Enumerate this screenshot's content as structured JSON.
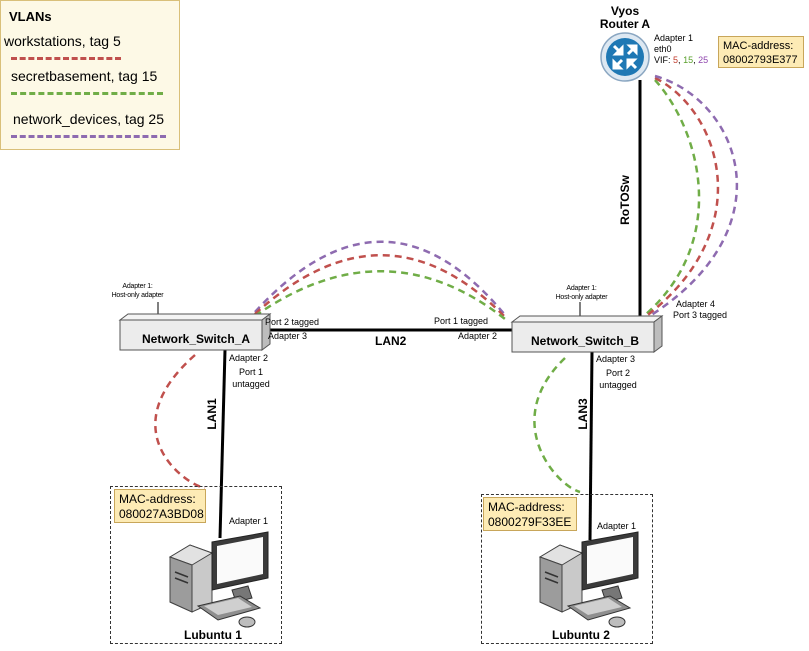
{
  "legend": {
    "title": "VLANs",
    "items": [
      {
        "label": "workstations, tag 5",
        "color": "#c0504d"
      },
      {
        "label": "secretbasement, tag 15",
        "color": "#70ad47"
      },
      {
        "label": "network_devices, tag 25",
        "color": "#8e6bb0"
      }
    ]
  },
  "router": {
    "name_line1": "Vyos",
    "name_line2": "Router A",
    "adapter": "Adapter 1",
    "iface": "eth0",
    "vif_label": "VIF:",
    "vif_5": "5",
    "vif_15": "15",
    "vif_25": "25",
    "sep": ",",
    "mac_label": "MAC-address:",
    "mac_value": "08002793E377"
  },
  "links": {
    "lan1": "LAN1",
    "lan2": "LAN2",
    "lan3": "LAN3",
    "rotosw": "RoTOSw"
  },
  "switch_a": {
    "name": "Network_Switch_A",
    "adapter1_line1": "Adapter 1:",
    "adapter1_line2": "Host-only adapter",
    "port2": "Port 2 tagged",
    "adapter3": "Adapter 3",
    "adapter2": "Adapter 2",
    "port1_line1": "Port 1",
    "port1_line2": "untagged"
  },
  "switch_b": {
    "name": "Network_Switch_B",
    "adapter1_line1": "Adapter 1:",
    "adapter1_line2": "Host-only adapter",
    "port1": "Port 1 tagged",
    "adapter2": "Adapter 2",
    "adapter4": "Adapter 4",
    "port3": "Port 3 tagged",
    "adapter3": "Adapter 3",
    "port2_line1": "Port 2",
    "port2_line2": "untagged"
  },
  "host1": {
    "name": "Lubuntu 1",
    "adapter": "Adapter 1",
    "mac_label": "MAC-address:",
    "mac_value": "080027A3BD08"
  },
  "host2": {
    "name": "Lubuntu 2",
    "adapter": "Adapter 1",
    "mac_label": "MAC-address:",
    "mac_value": "0800279F33EE"
  }
}
